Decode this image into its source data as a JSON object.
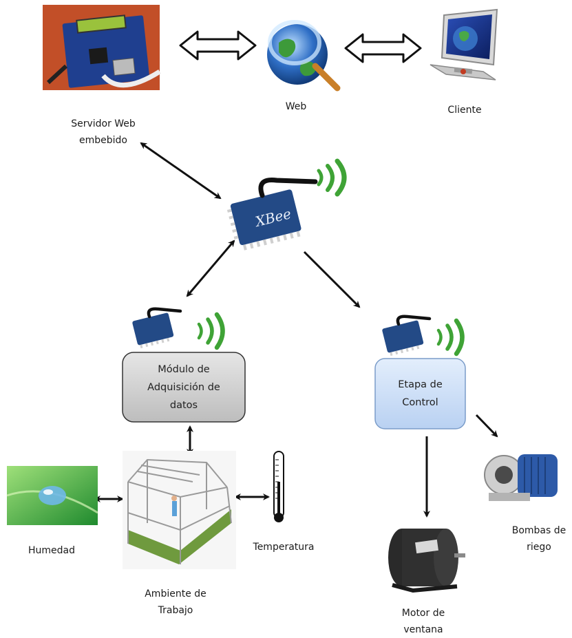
{
  "labels": {
    "server": "Servidor Web\nembebido",
    "web": "Web",
    "client": "Cliente",
    "humidity": "Humedad",
    "temperature": "Temperatura",
    "environment": "Ambiente de\nTrabajo",
    "motor": "Motor de\nventana",
    "pumps": "Bombas de\nriego"
  },
  "boxes": {
    "acquisition": "Módulo de\nAdquisición de\ndatos",
    "control": "Etapa de\nControl"
  },
  "colors": {
    "acquisition_box": "#d4d4d4",
    "control_box": "#cfe0f7",
    "wireless_waves": "#3fa336",
    "xbee_board": "#234a86",
    "arrow": "#111111"
  },
  "icons": {
    "server": "embedded-web-server-board",
    "web": "globe-magnifier-icon",
    "client": "desktop-computer-icon",
    "xbee": "xbee-radio-module",
    "humidity": "water-drop-on-leaf",
    "environment": "greenhouse",
    "temperature": "thermometer",
    "motor": "electric-motor",
    "pumps": "centrifugal-pump"
  }
}
